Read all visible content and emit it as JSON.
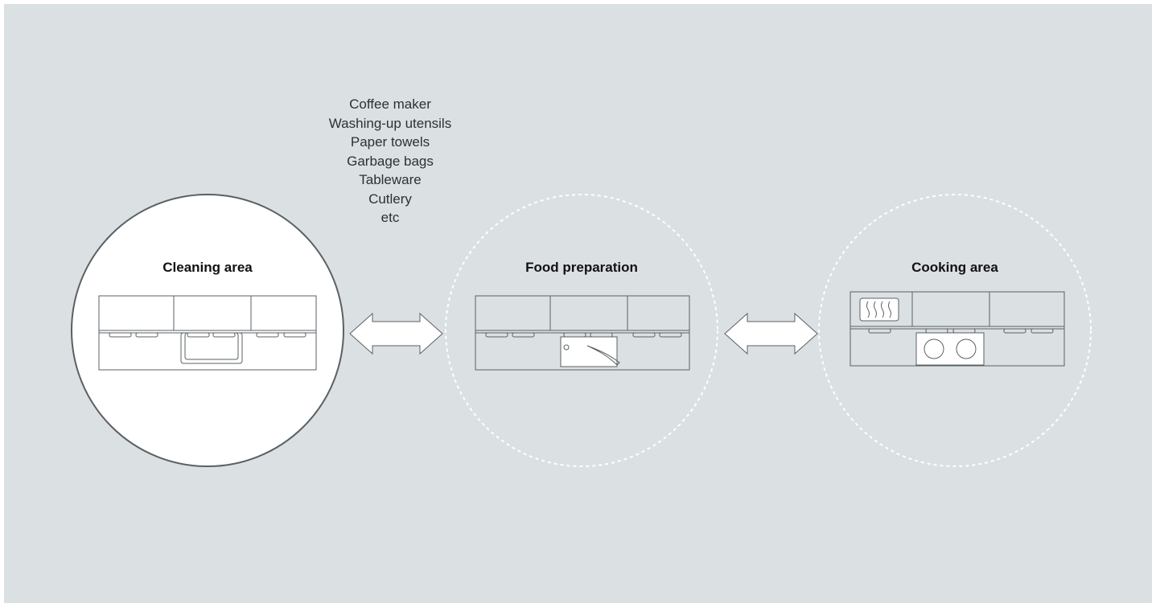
{
  "colors": {
    "background": "#dbe0e3",
    "stroke": "#5b6064",
    "highlight_fill": "#ffffff",
    "dashed_ring": "#ffffff",
    "text": "#2e3133"
  },
  "items": [
    "Coffee maker",
    "Washing-up utensils",
    "Paper towels",
    "Garbage bags",
    "Tableware",
    "Cutlery",
    "etc"
  ],
  "zones": [
    {
      "title": "Cleaning area",
      "appliance": "sink",
      "highlighted": true
    },
    {
      "title": "Food preparation",
      "appliance": "cutting-board",
      "highlighted": false
    },
    {
      "title": "Cooking area",
      "appliance": "hob",
      "highlighted": false
    }
  ],
  "connectors": [
    "double-arrow",
    "double-arrow"
  ]
}
